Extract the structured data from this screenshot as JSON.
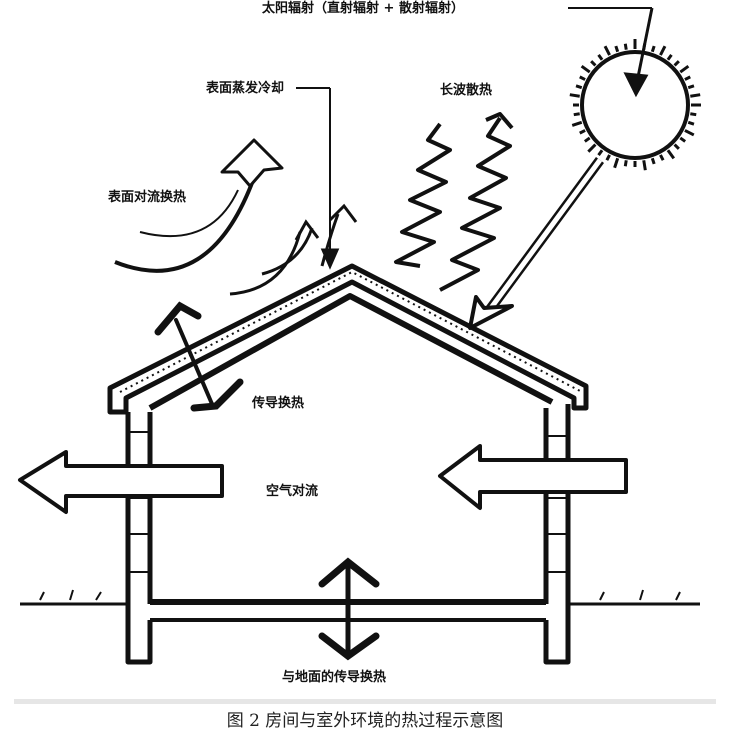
{
  "labels": {
    "solar": "太阳辐射（直射辐射 + 散射辐射）",
    "evaporation": "表面蒸发冷却",
    "longwave": "长波散热",
    "surface_convection": "表面对流换热",
    "conduction": "传导换热",
    "air_convection": "空气对流",
    "ground_conduction": "与地面的传导换热"
  },
  "caption": "图 2  房间与室外环境的热过程示意图"
}
